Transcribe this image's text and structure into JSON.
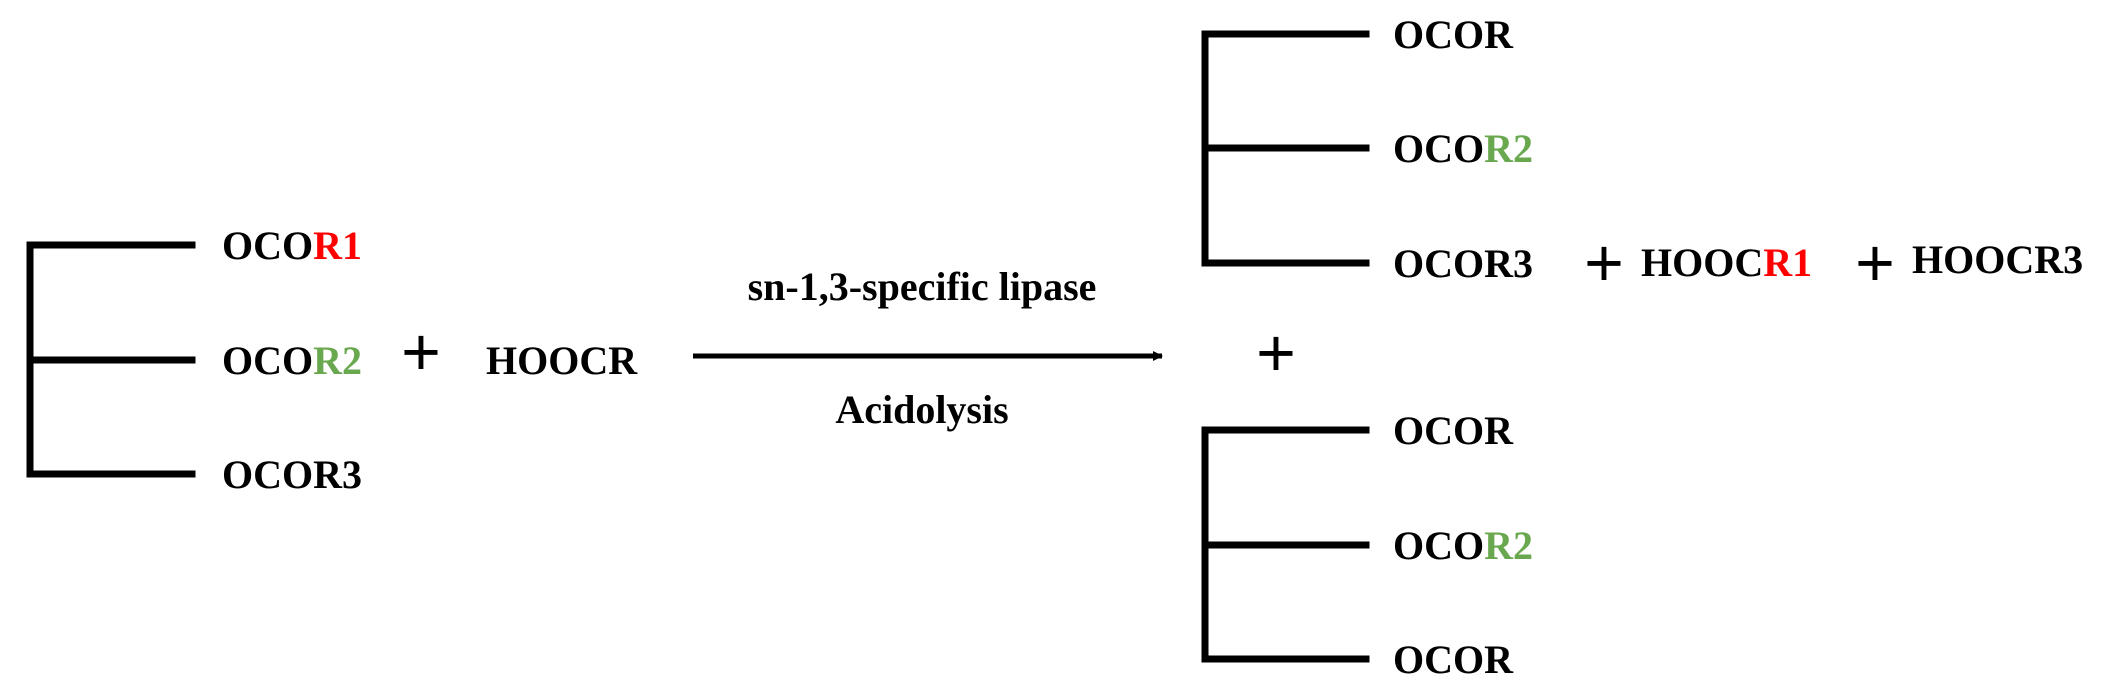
{
  "colors": {
    "default": "#000000",
    "r1": "#ff0000",
    "r2": "#6aa84f"
  },
  "reactant_tag": {
    "groups": [
      [
        {
          "text": "OCO"
        },
        {
          "text": "R1",
          "color": "r1"
        }
      ],
      [
        {
          "text": "OCO"
        },
        {
          "text": "R2",
          "color": "r2"
        }
      ],
      [
        {
          "text": "OCOR3"
        }
      ]
    ]
  },
  "reactant_acid": "HOOCR",
  "plus": "+",
  "arrow": {
    "above": "sn-1,3-specific lipase",
    "below": "Acidolysis"
  },
  "product_tag_1": {
    "groups": [
      [
        {
          "text": "OCOR"
        }
      ],
      [
        {
          "text": "OCO"
        },
        {
          "text": "R2",
          "color": "r2"
        }
      ],
      [
        {
          "text": "OCOR3"
        }
      ]
    ]
  },
  "released_acid_1": [
    {
      "text": "HOOC"
    },
    {
      "text": "R1",
      "color": "r1"
    }
  ],
  "released_acid_2": "HOOCR3",
  "product_tag_2": {
    "groups": [
      [
        {
          "text": "OCOR"
        }
      ],
      [
        {
          "text": "OCO"
        },
        {
          "text": "R2",
          "color": "r2"
        }
      ],
      [
        {
          "text": "OCOR"
        }
      ]
    ]
  }
}
